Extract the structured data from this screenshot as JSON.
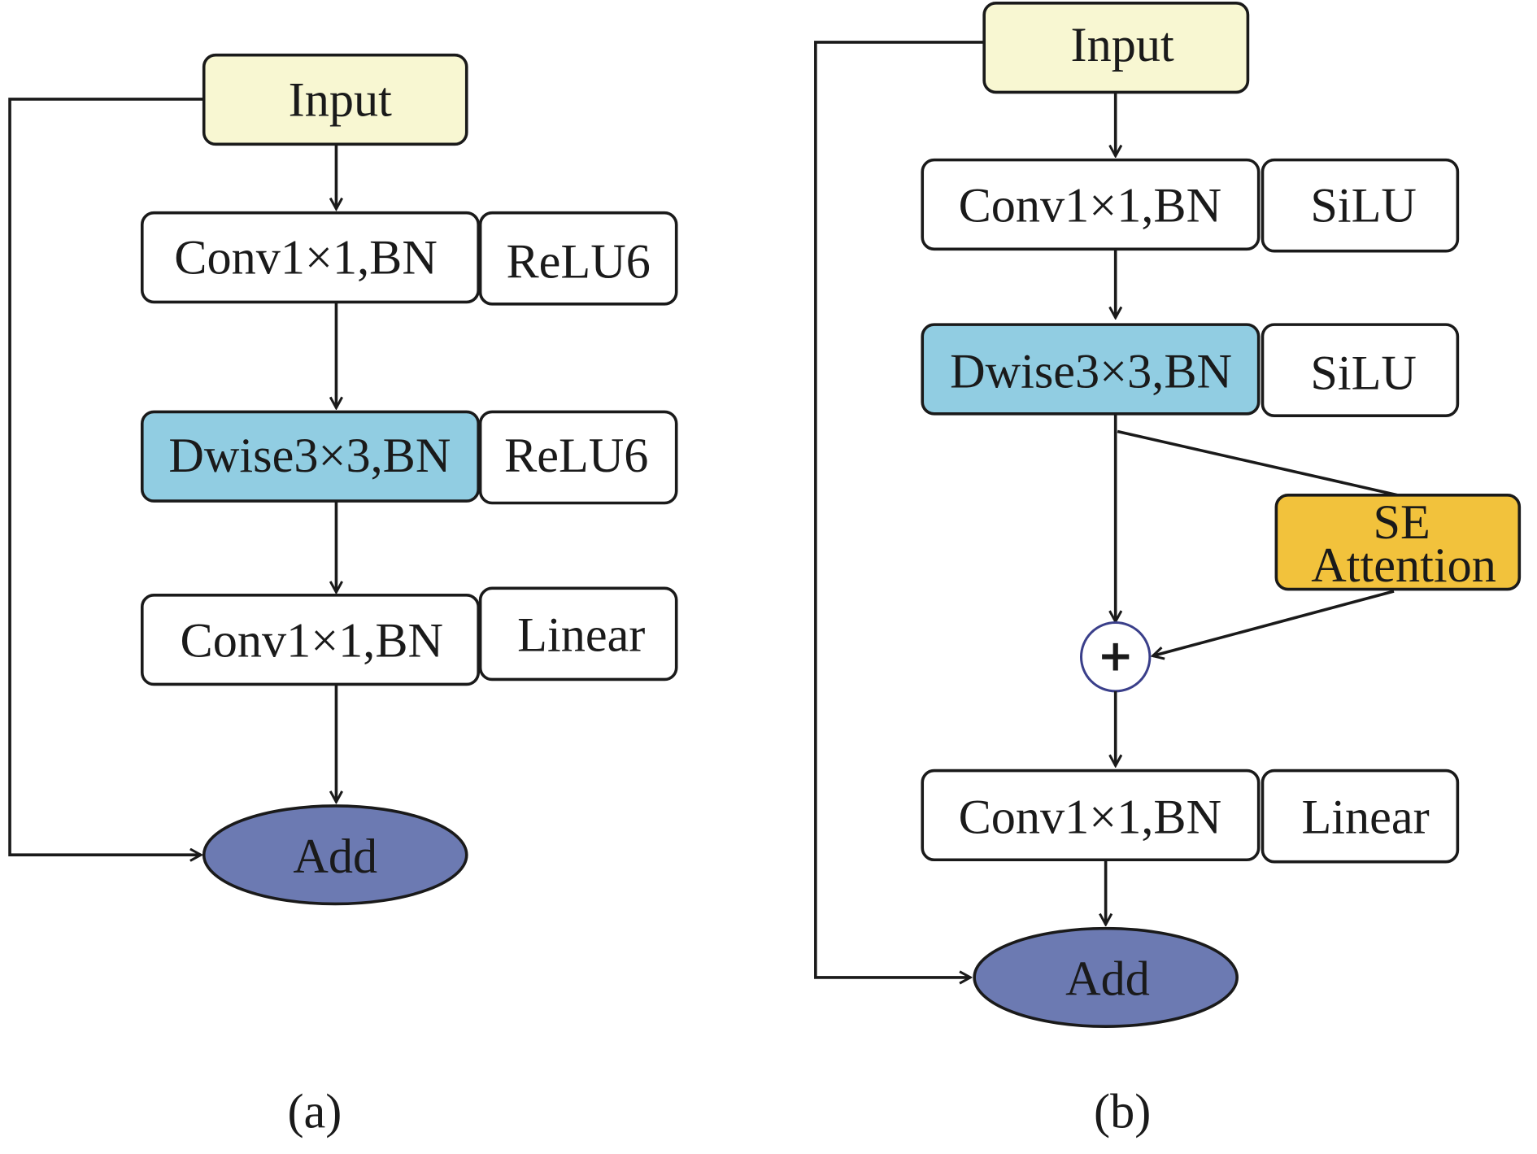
{
  "colors": {
    "input": "#f8f7d2",
    "dwise": "#91cde2",
    "plain": "#ffffff",
    "se": "#f2c23c",
    "add": "#6c7ab2",
    "plus_ring": "#3a3f8a"
  },
  "panel_a": {
    "caption": "(a)",
    "input": "Input",
    "layers": [
      {
        "op": "Conv1×1,BN",
        "act": "ReLU6"
      },
      {
        "op": "Dwise3×3,BN",
        "act": "ReLU6"
      },
      {
        "op": "Conv1×1,BN",
        "act": "Linear"
      }
    ],
    "add": "Add"
  },
  "panel_b": {
    "caption": "(b)",
    "input": "Input",
    "layers": [
      {
        "op": "Conv1×1,BN",
        "act": "SiLU"
      },
      {
        "op": "Dwise3×3,BN",
        "act": "SiLU"
      },
      {
        "op": "Conv1×1,BN",
        "act": "Linear"
      }
    ],
    "se_line1": "SE",
    "se_line2": "Attention",
    "plus": "+",
    "add": "Add"
  }
}
